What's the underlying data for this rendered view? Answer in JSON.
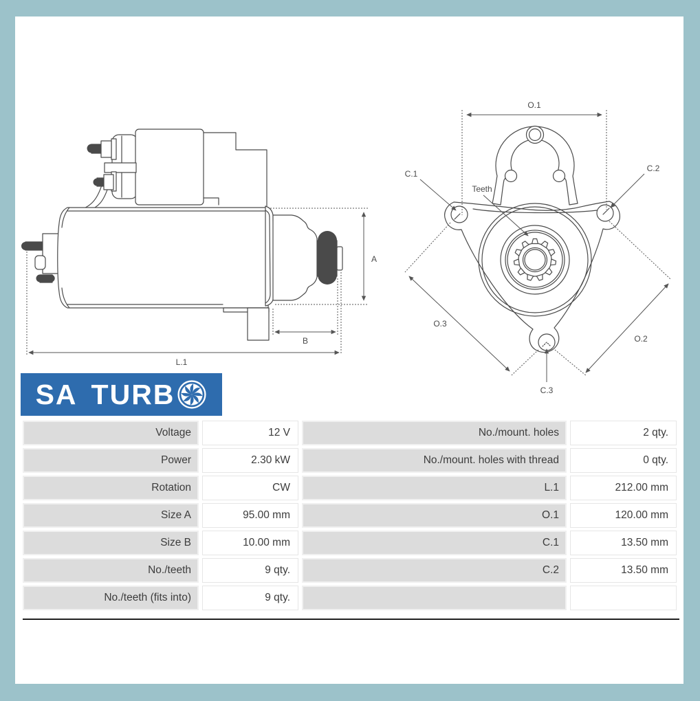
{
  "brand": {
    "name_part1": "SA",
    "name_part2": "TURB",
    "fan_icon": "turbo-fan",
    "bg_color": "#2e6cae"
  },
  "drawing_side": {
    "dim_a": "A",
    "dim_b": "B",
    "dim_l1": "L.1"
  },
  "drawing_front": {
    "dim_o1": "O.1",
    "dim_o2": "O.2",
    "dim_o3": "O.3",
    "dim_c1": "C.1",
    "dim_c2": "C.2",
    "dim_c3": "C.3",
    "teeth_label": "Teeth"
  },
  "spec_table": {
    "left_rows": [
      {
        "label": "Voltage",
        "value": "12 V"
      },
      {
        "label": "Power",
        "value": "2.30 kW"
      },
      {
        "label": "Rotation",
        "value": "CW"
      },
      {
        "label": "Size A",
        "value": "95.00 mm"
      },
      {
        "label": "Size B",
        "value": "10.00 mm"
      },
      {
        "label": "No./teeth",
        "value": "9 qty."
      },
      {
        "label": "No./teeth (fits into)",
        "value": "9 qty."
      }
    ],
    "right_rows": [
      {
        "label": "No./mount. holes",
        "value": "2 qty."
      },
      {
        "label": "No./mount. holes with thread",
        "value": "0 qty."
      },
      {
        "label": "L.1",
        "value": "212.00 mm"
      },
      {
        "label": "O.1",
        "value": "120.00 mm"
      },
      {
        "label": "C.1",
        "value": "13.50 mm"
      },
      {
        "label": "C.2",
        "value": "13.50 mm"
      },
      {
        "label": "",
        "value": ""
      }
    ]
  },
  "colors": {
    "page_border": "#9cc2ca",
    "panel_bg": "#ffffff",
    "line_art": "#4a4a4a",
    "table_label_bg": "#dcdcdc",
    "logo_blue": "#2e6cae",
    "divider": "#1f1f1f"
  }
}
